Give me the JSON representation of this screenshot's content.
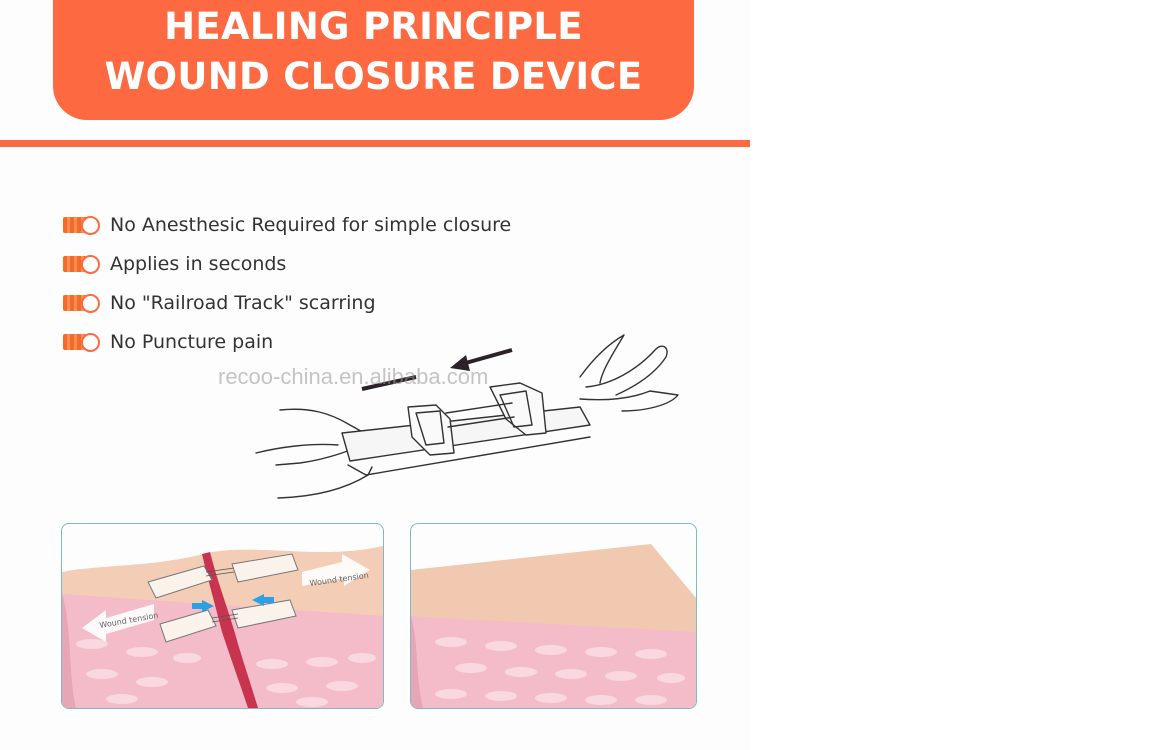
{
  "header": {
    "line1": "HEALING PRINCIPLE",
    "line2": "WOUND CLOSURE DEVICE"
  },
  "features": [
    {
      "label": "No Anesthesic Required  for simple closure"
    },
    {
      "label": "Applies in seconds"
    },
    {
      "label": "No \"Railroad Track\" scarring"
    },
    {
      "label": "No Puncture pain"
    }
  ],
  "watermark": "recoo-china.en.alibaba.com",
  "diagram": {
    "tension_left": "Wound tension",
    "tension_right": "Wound tension"
  },
  "colors": {
    "accent": "#fd6a41",
    "skin": "#f3cdb5",
    "dermis": "#f4bcc8",
    "wound": "#c8344f",
    "arrow_blue": "#2aa0e6",
    "frame": "#7fb9c3"
  },
  "icons": {
    "feature_bullet": "toggle-switch-icon",
    "direction": "left-arrow-icon"
  }
}
